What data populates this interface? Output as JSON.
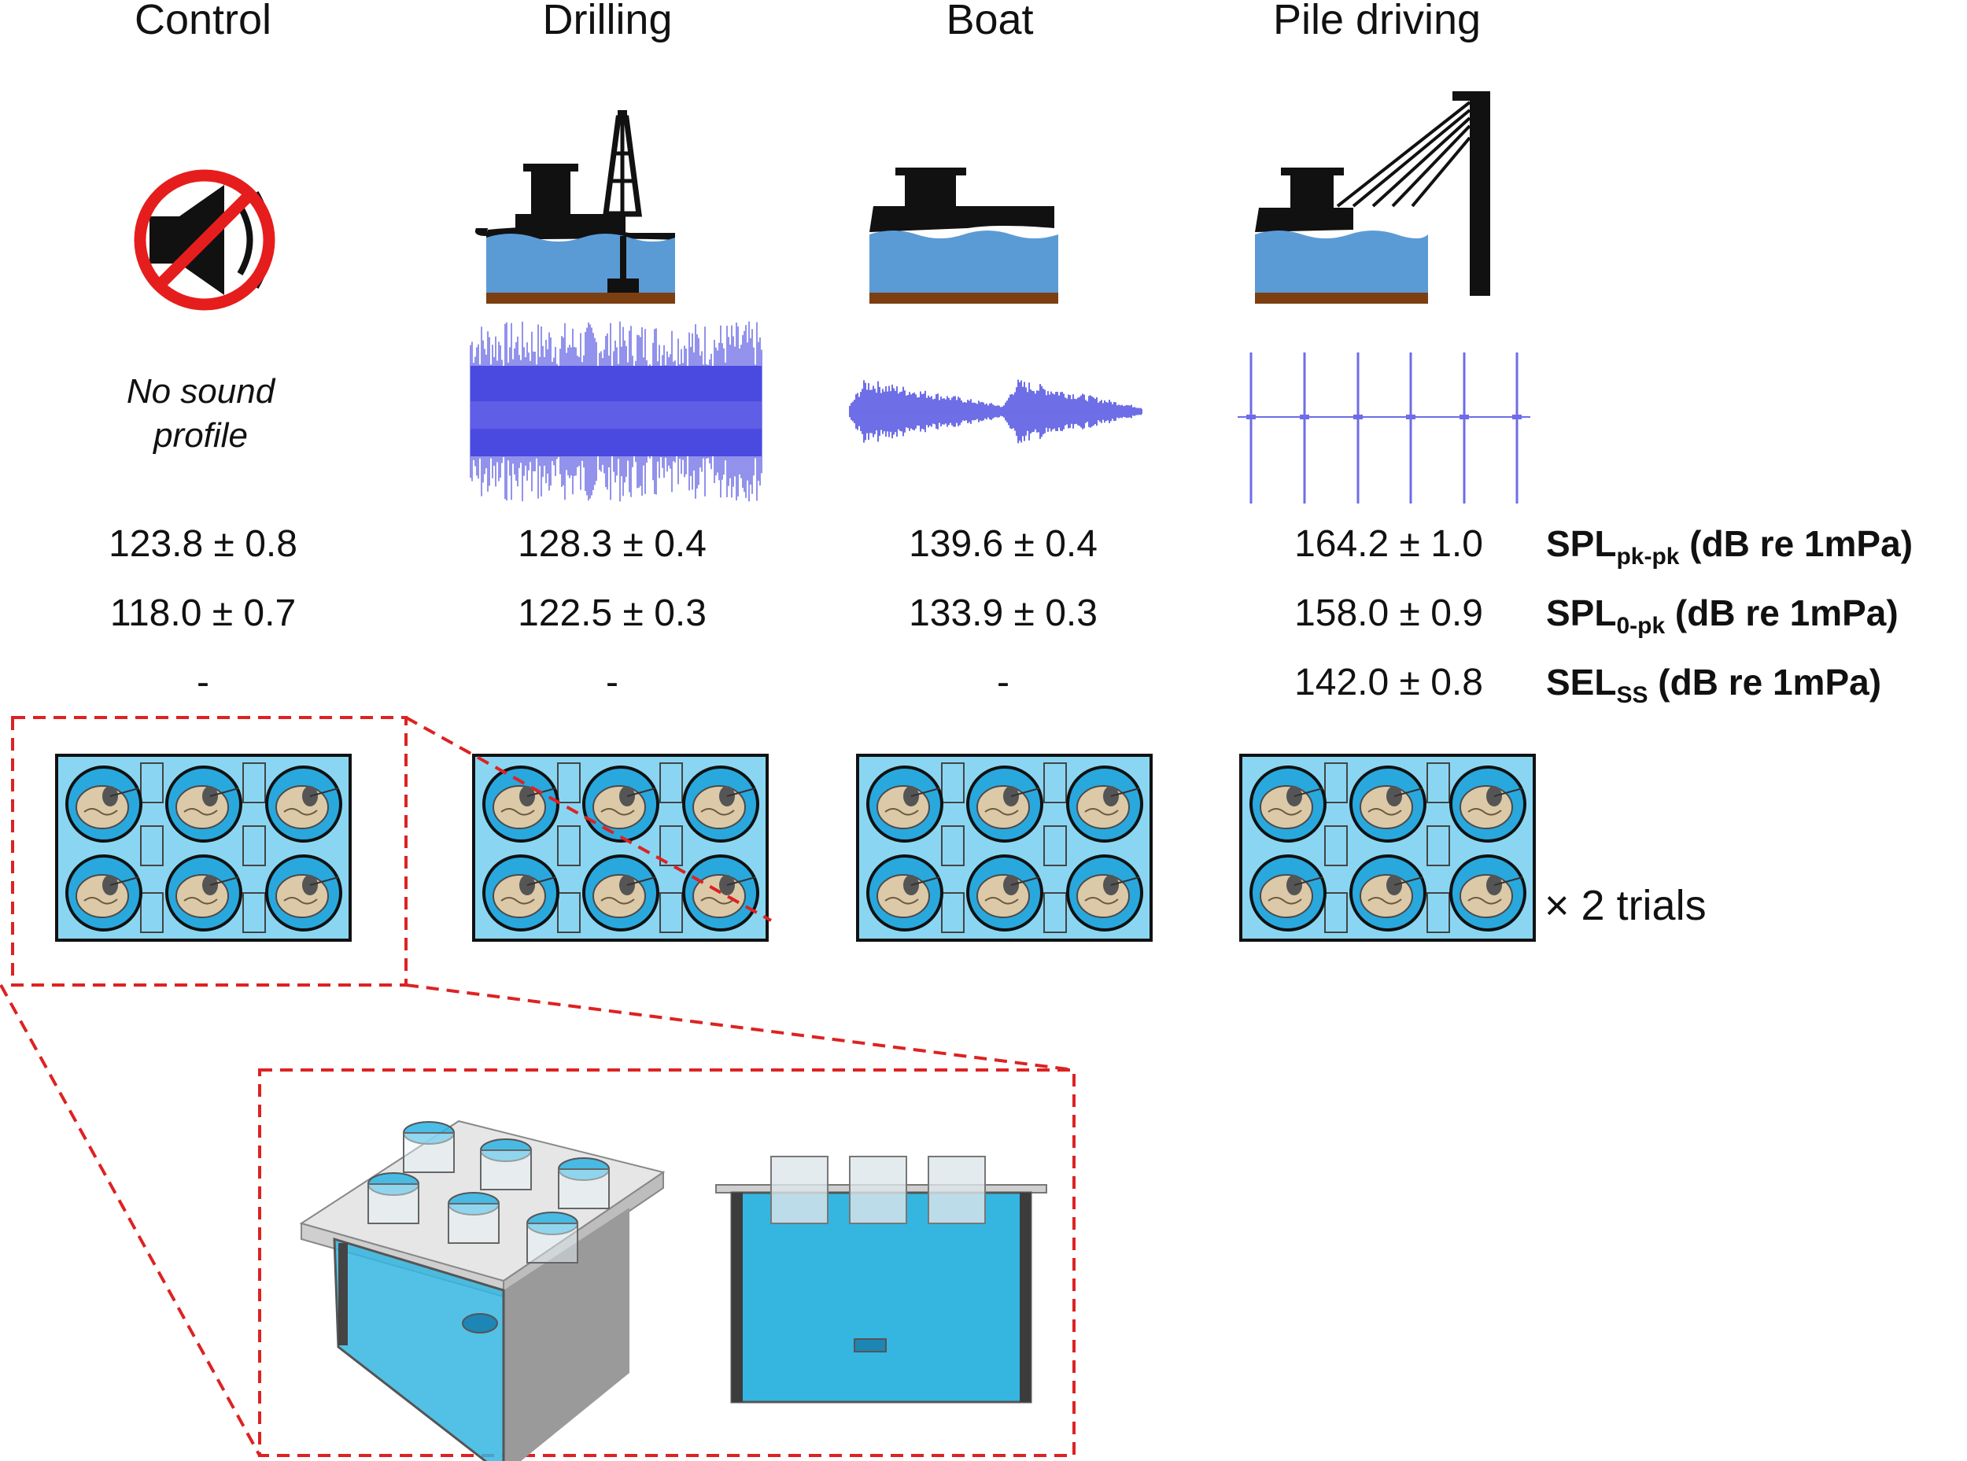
{
  "conditions": [
    {
      "title": "Control",
      "spl_pkpk": "123.8 ± 0.8",
      "spl_0pk": "118.0 ± 0.7",
      "sel_ss": "-"
    },
    {
      "title": "Drilling",
      "spl_pkpk": "128.3 ± 0.4",
      "spl_0pk": "122.5 ± 0.3",
      "sel_ss": "-"
    },
    {
      "title": "Boat",
      "spl_pkpk": "139.6 ± 0.4",
      "spl_0pk": "133.9 ± 0.3",
      "sel_ss": "-"
    },
    {
      "title": "Pile driving",
      "spl_pkpk": "164.2 ± 1.0",
      "spl_0pk": "158.0 ± 0.9",
      "sel_ss": "142.0 ± 0.8"
    }
  ],
  "no_sound": {
    "line1": "No sound",
    "line2": "profile"
  },
  "metrics": [
    {
      "main": "SPL",
      "sub": "pk-pk",
      "unit": " (dB re 1mPa)"
    },
    {
      "main": "SPL",
      "sub": "0-pk",
      "unit": " (dB re 1mPa)"
    },
    {
      "main": "SEL",
      "sub": "SS",
      "unit": " (dB re 1mPa)"
    }
  ],
  "trials_label": "× 2 trials",
  "colors": {
    "water": "#5b9bd5",
    "seabed": "#7b3f12",
    "waveform": "#4a4ae0",
    "tank_fill": "#8ad6f2",
    "well_fill": "#29a8de",
    "dashed": "#dd2222"
  }
}
